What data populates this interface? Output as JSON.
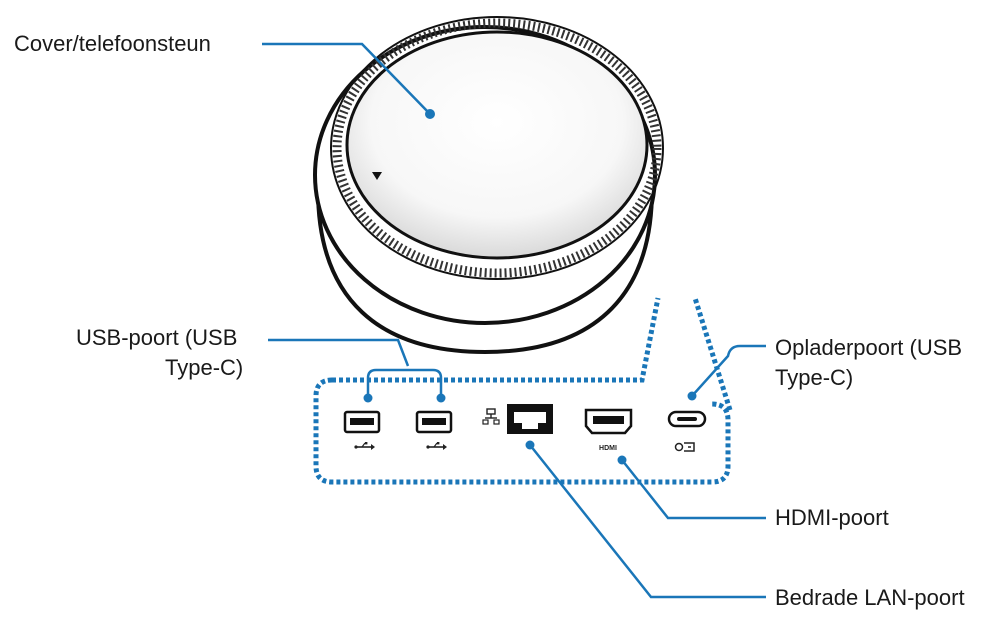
{
  "diagram": {
    "labels": {
      "cover": "Cover/telefoonsteun",
      "usb_line1": "USB-poort (USB",
      "usb_line2": "Type-C)",
      "charger_line1": "Opladerpoort (USB",
      "charger_line2": "Type-C)",
      "hdmi": "HDMI-poort",
      "lan": "Bedrade LAN-poort"
    },
    "port_marks": {
      "hdmi": "HDMI"
    },
    "icons": [
      "usb-icon",
      "usb-icon",
      "lan-icon",
      "usb-c-charge-icon"
    ],
    "colors": {
      "accent": "#1a76b8",
      "outline": "#111111"
    }
  }
}
